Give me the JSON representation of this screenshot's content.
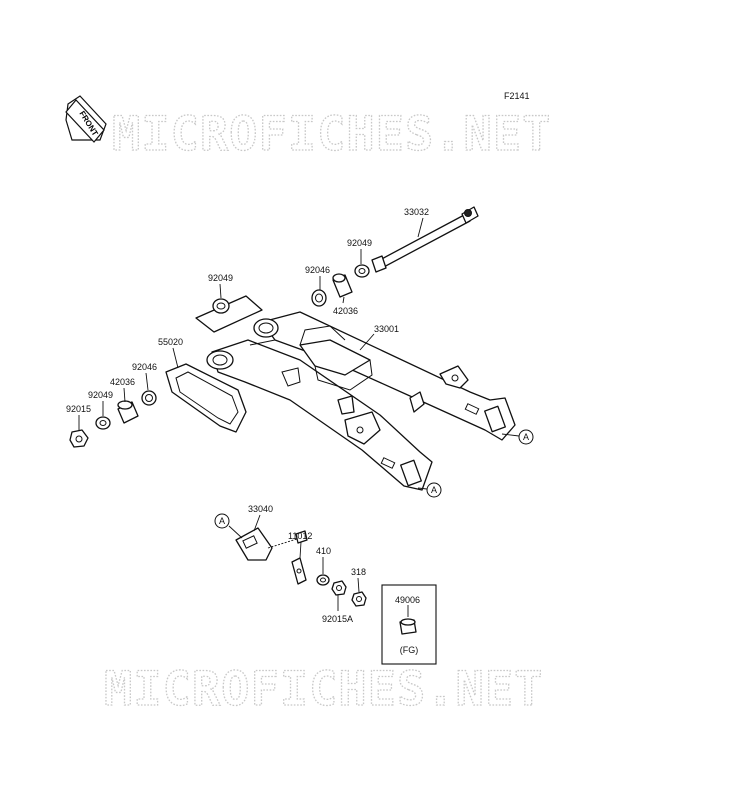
{
  "figure_code": "F2141",
  "front_arrow_label": "FRONT",
  "watermarks": [
    "MICROFICHES.NET",
    "MICROFICHES.NET"
  ],
  "callout_ref": "A",
  "parts": [
    {
      "id": "p33032",
      "number": "33032"
    },
    {
      "id": "p92049_top",
      "number": "92049"
    },
    {
      "id": "p92046_top",
      "number": "92046"
    },
    {
      "id": "p42036_top",
      "number": "42036"
    },
    {
      "id": "p92049_left",
      "number": "92049"
    },
    {
      "id": "p33001",
      "number": "33001"
    },
    {
      "id": "p55020",
      "number": "55020"
    },
    {
      "id": "p92046_left",
      "number": "92046"
    },
    {
      "id": "p42036_left",
      "number": "42036"
    },
    {
      "id": "p92049_low",
      "number": "92049"
    },
    {
      "id": "p92015",
      "number": "92015"
    },
    {
      "id": "p33040",
      "number": "33040"
    },
    {
      "id": "p11012",
      "number": "11012"
    },
    {
      "id": "p410",
      "number": "410"
    },
    {
      "id": "p318",
      "number": "318"
    },
    {
      "id": "p92015A",
      "number": "92015A"
    },
    {
      "id": "p49006",
      "number": "49006"
    }
  ],
  "inset_note": "(FG)"
}
